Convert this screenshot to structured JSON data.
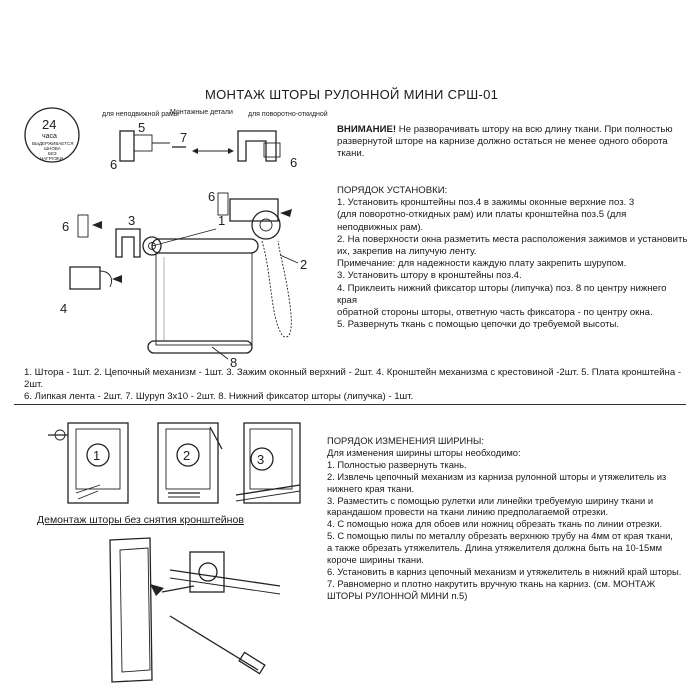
{
  "title": "МОНТАЖ ШТОРЫ РУЛОННОЙ МИНИ СРШ-01",
  "badge": {
    "number": "24",
    "unit": "часа",
    "lines": [
      "ВЫДЕРЖИВАЕТСЯ",
      "ШНОВА",
      "БЕЗ",
      "НАГРУЗКИ"
    ]
  },
  "top_diagram": {
    "label_fixed": "для неподвижной рамы",
    "label_details": "Монтажные детали",
    "label_tilt": "для поворотно-откидной рамы",
    "numbers": [
      "5",
      "6",
      "7",
      "6"
    ]
  },
  "warning": {
    "lead": "ВНИМАНИЕ!",
    "text": " Не разворачивать штору на всю длину ткани. При полностью развернутой шторе на карнизе должно остаться не менее одного оборота ткани."
  },
  "install": {
    "heading": "ПОРЯДОК УСТАНОВКИ:",
    "lines": [
      "1. Установить кронштейны поз.4 в зажимы оконные верхние поз. 3",
      "(для поворотно-откидных рам) или платы кронштейна поз.5 (для",
      "неподвижных рам).",
      "2. На поверхности окна разметить места расположения зажимов и установить",
      "их, закрепив на липучую ленту.",
      "Примечание: для надежности каждую плату закрепить шурупом.",
      "3. Установить штору в кронштейны поз.4.",
      "4. Приклеить нижний фиксатор шторы (липучка) поз. 8 по центру нижнего края",
      "обратной стороны шторы, ответную часть фиксатора - по центру окна.",
      "5. Развернуть ткань с помощью цепочки до требуемой высоты."
    ]
  },
  "main_diagram_numbers": [
    "6",
    "6",
    "3",
    "1",
    "2",
    "4",
    "8"
  ],
  "parts": {
    "line1": "1. Штора - 1шт. 2. Цепочный механизм - 1шт. 3. Зажим оконный верхний - 2шт. 4. Кронштейн механизма с крестовиной -2шт. 5. Плата кронштейна - 2шт.",
    "line2": "6. Липкая лента - 2шт. 7. Шуруп 3х10 - 2шт. 8. Нижний фиксатор шторы (липучка) - 1шт."
  },
  "steps": [
    "1",
    "2",
    "3"
  ],
  "dismount_title": "Демонтаж шторы без снятия кронштейнов",
  "width_change": {
    "heading": "ПОРЯДОК ИЗМЕНЕНИЯ ШИРИНЫ:",
    "lines": [
      "Для изменения ширины шторы необходимо:",
      "1. Полностью развернуть ткань.",
      "2. Извлечь цепочный механизм из карниза рулонной шторы и утяжелитель из",
      "нижнего края ткани.",
      "3. Разместить с помощью рулетки или линейки требуемую ширину ткани и",
      "карандашом провести на ткани линию предполагаемой отрезки.",
      "4. С помощью ножа для обоев или ножниц обрезать ткань по линии отрезки.",
      "5. С помощью пилы по металлу обрезать верхнюю трубу на 4мм от края ткани,",
      "а также обрезать утяжелитель. Длина утяжелителя должна быть на 10-15мм",
      "короче ширины ткани.",
      "6. Установить в карниз цепочный механизм и утяжелитель в нижний край шторы.",
      "7. Равномерно и плотно накрутить вручную ткань на карниз. (см. МОНТАЖ",
      "ШТОРЫ РУЛОННОЙ МИНИ п.5)"
    ]
  }
}
